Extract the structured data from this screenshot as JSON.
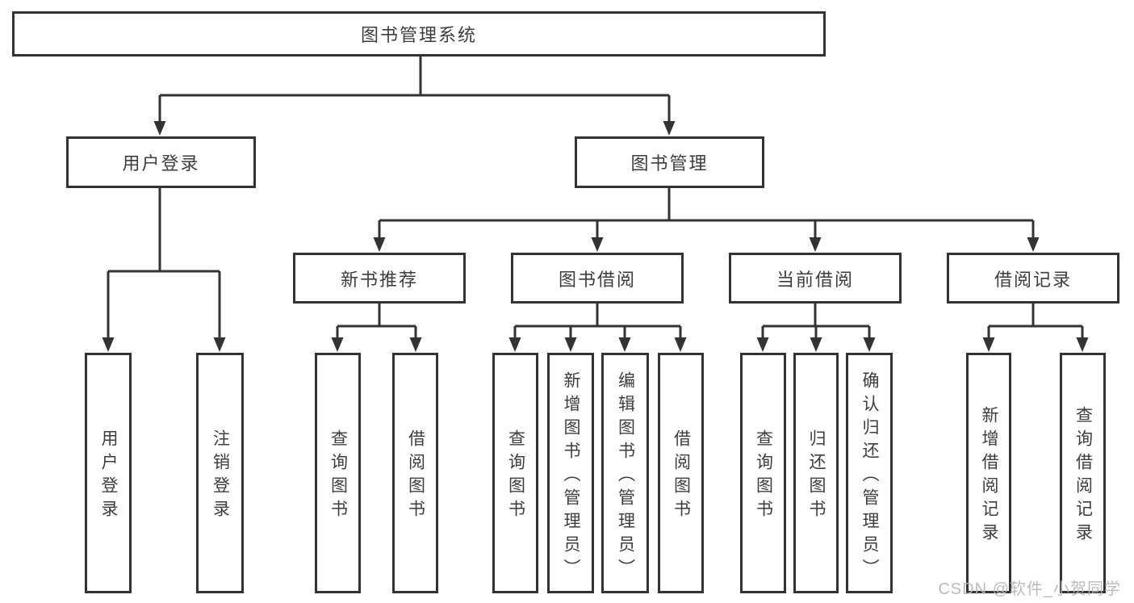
{
  "tree": {
    "root": {
      "label": "图书管理系统"
    },
    "branches": [
      {
        "label": "用户登录",
        "children": [
          {
            "label": "用户登录"
          },
          {
            "label": "注销登录"
          }
        ]
      },
      {
        "label": "图书管理",
        "children": [
          {
            "label": "新书推荐",
            "children": [
              {
                "label": "查询图书"
              },
              {
                "label": "借阅图书"
              }
            ]
          },
          {
            "label": "图书借阅",
            "children": [
              {
                "label": "查询图书"
              },
              {
                "label": "新增图书（管理员）"
              },
              {
                "label": "编辑图书（管理员）"
              },
              {
                "label": "借阅图书"
              }
            ]
          },
          {
            "label": "当前借阅",
            "children": [
              {
                "label": "查询图书"
              },
              {
                "label": "归还图书"
              },
              {
                "label": "确认归还（管理员）"
              }
            ]
          },
          {
            "label": "借阅记录",
            "children": [
              {
                "label": "新增借阅记录"
              },
              {
                "label": "查询借阅记录"
              }
            ]
          }
        ]
      }
    ]
  },
  "watermark": {
    "text": "CSDN @软件_小贺同学"
  },
  "colors": {
    "line": "#333333",
    "border": "#333333",
    "text": "#3d3d3d",
    "watermark": "#b6b6b6",
    "background": "#ffffff"
  }
}
